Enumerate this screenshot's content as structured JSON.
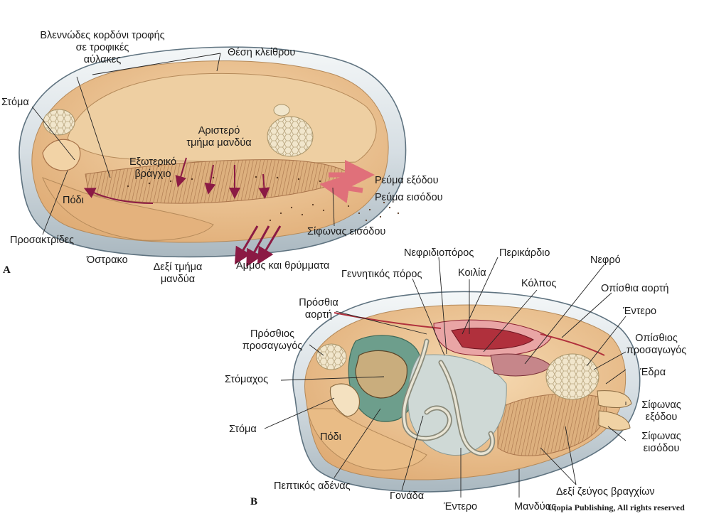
{
  "panels": {
    "a": "A",
    "b": "B"
  },
  "copyright": "Utopia Publishing, All rights reserved",
  "colors": {
    "shell_outer": "#dfe6ea",
    "shell_edge": "#5f7380",
    "body_flesh": "#eec89a",
    "mantle": "#e6b683",
    "gill": "#d9a878",
    "gill_line": "#a8734a",
    "current_arrow": "#8b1a44",
    "stomach_green": "#6d9e8c",
    "heart_red": "#b0303c",
    "muscle": "#efe3c8"
  },
  "diagram_a": {
    "labels": {
      "mucus_cord_l1": "Βλεννώδες κορδόνι τροφής",
      "mucus_cord_l2": "σε τροφικές",
      "mucus_cord_l3": "αύλακες",
      "hinge": "Θέση κλείθρου",
      "mouth": "Στόμα",
      "left_mantle_l1": "Αριστερό",
      "left_mantle_l2": "τμήμα μανδύα",
      "outer_gill_l1": "Εξωτερικό",
      "outer_gill_l2": "βράγχιο",
      "excurrent": "Ρεύμα εξόδου",
      "incurrent": "Ρεύμα εισόδου",
      "foot": "Πόδι",
      "palps": "Προσακτρίδες",
      "incurrent_siphon": "Σίφωνας εισόδου",
      "shell": "Όστρακο",
      "right_mantle_l1": "Δεξί τμήμα",
      "right_mantle_l2": "μανδύα",
      "sand": "Άμμος και θρύμματα"
    }
  },
  "diagram_b": {
    "labels": {
      "nephridiopore": "Νεφριδιοπόρος",
      "pericardium": "Περικάρδιο",
      "genital_pore": "Γεννητικός πόρος",
      "ventricle": "Κοιλία",
      "kidney": "Νεφρό",
      "sinus": "Κόλπος",
      "posterior_aorta": "Οπίσθια αορτή",
      "anterior_aorta_l1": "Πρόσθια",
      "anterior_aorta_l2": "αορτή",
      "intestine_top": "Έντερο",
      "anterior_adductor_l1": "Πρόσθιος",
      "anterior_adductor_l2": "προσαγωγός",
      "posterior_adductor_l1": "Οπίσθιος",
      "posterior_adductor_l2": "προσαγωγός",
      "anus": "Έδρα",
      "stomach": "Στόμαχος",
      "excurrent_siphon_l1": "Σίφωνας",
      "excurrent_siphon_l2": "εξόδου",
      "mouth": "Στόμα",
      "foot": "Πόδι",
      "incurrent_siphon_l1": "Σίφωνας",
      "incurrent_siphon_l2": "εισόδου",
      "digestive_gland": "Πεπτικός αδένας",
      "gonad": "Γονάδα",
      "right_gills": "Δεξί ζεύγος βραγχίων",
      "intestine_bottom": "Έντερο",
      "mantle": "Μανδύας"
    }
  }
}
